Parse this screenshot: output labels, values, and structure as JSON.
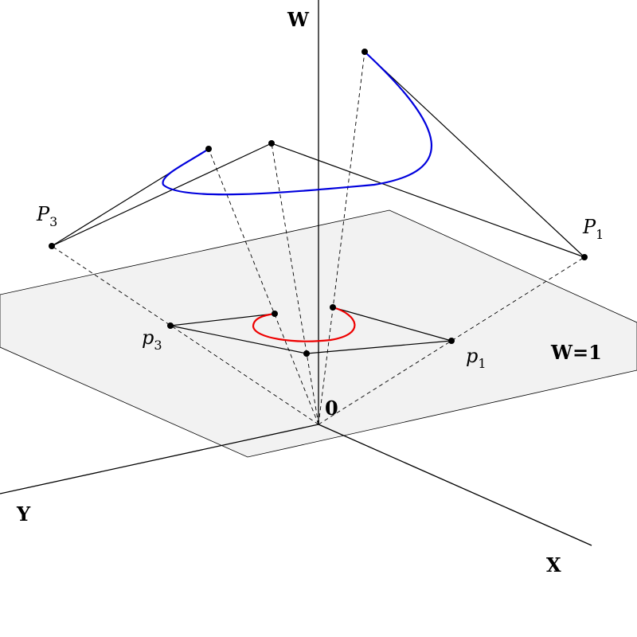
{
  "axes": {
    "w": "W",
    "x": "X",
    "y": "Y",
    "origin": "0"
  },
  "plane_label": "W=1",
  "points": {
    "P1": {
      "letter": "P",
      "sub": "1"
    },
    "P3": {
      "letter": "P",
      "sub": "3"
    },
    "p1": {
      "letter": "p",
      "sub": "1"
    },
    "p3": {
      "letter": "p",
      "sub": "3"
    }
  },
  "colors": {
    "curve_3d": "#0000dd",
    "curve_projected": "#ee0000",
    "plane_fill": "#f2f2f2"
  }
}
